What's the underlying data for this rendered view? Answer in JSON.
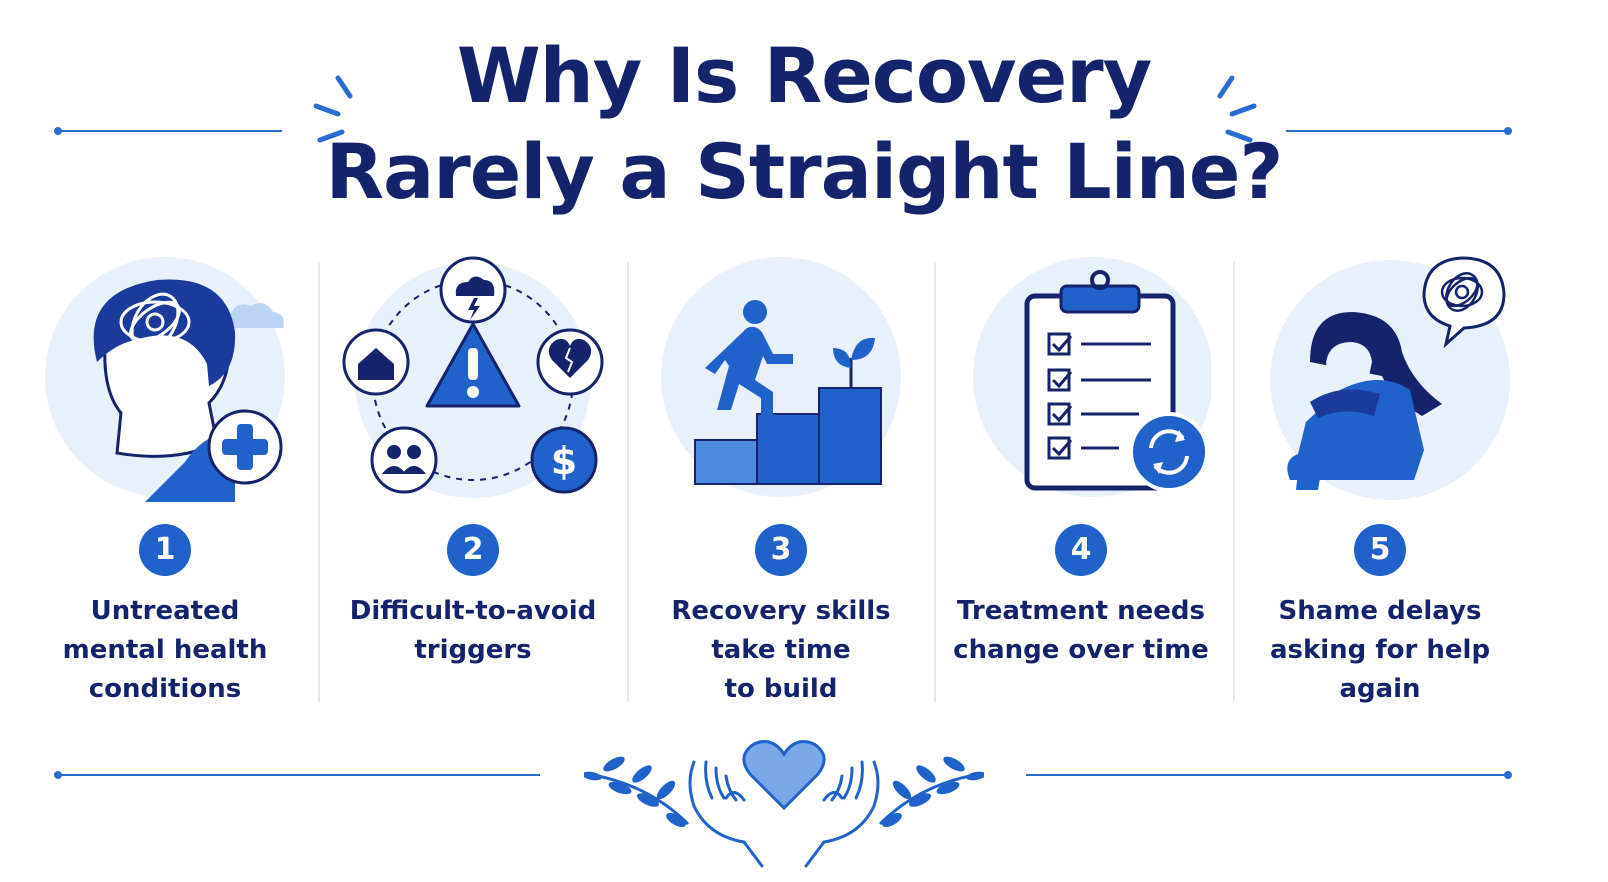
{
  "title": {
    "line1": "Why Is Recovery",
    "line2": "Rarely a Straight Line?"
  },
  "colors": {
    "navy": "#14236b",
    "accent": "#1f62c9",
    "light": "#e8f0fb",
    "mid": "#4d8ae0"
  },
  "items": [
    {
      "number": "1",
      "icon": "head-tangled-thoughts-icon",
      "lines": [
        "Untreated",
        "mental health",
        "conditions"
      ]
    },
    {
      "number": "2",
      "icon": "warning-triggers-icon",
      "lines": [
        "Difficult-to-avoid",
        "triggers"
      ]
    },
    {
      "number": "3",
      "icon": "climbing-steps-icon",
      "lines": [
        "Recovery skills",
        "take time",
        "to build"
      ]
    },
    {
      "number": "4",
      "icon": "clipboard-checklist-icon",
      "lines": [
        "Treatment needs",
        "change over time"
      ]
    },
    {
      "number": "5",
      "icon": "sad-person-icon",
      "lines": [
        "Shame delays",
        "asking for help",
        "again"
      ]
    }
  ],
  "footer": {
    "icon": "hands-holding-heart-icon"
  }
}
